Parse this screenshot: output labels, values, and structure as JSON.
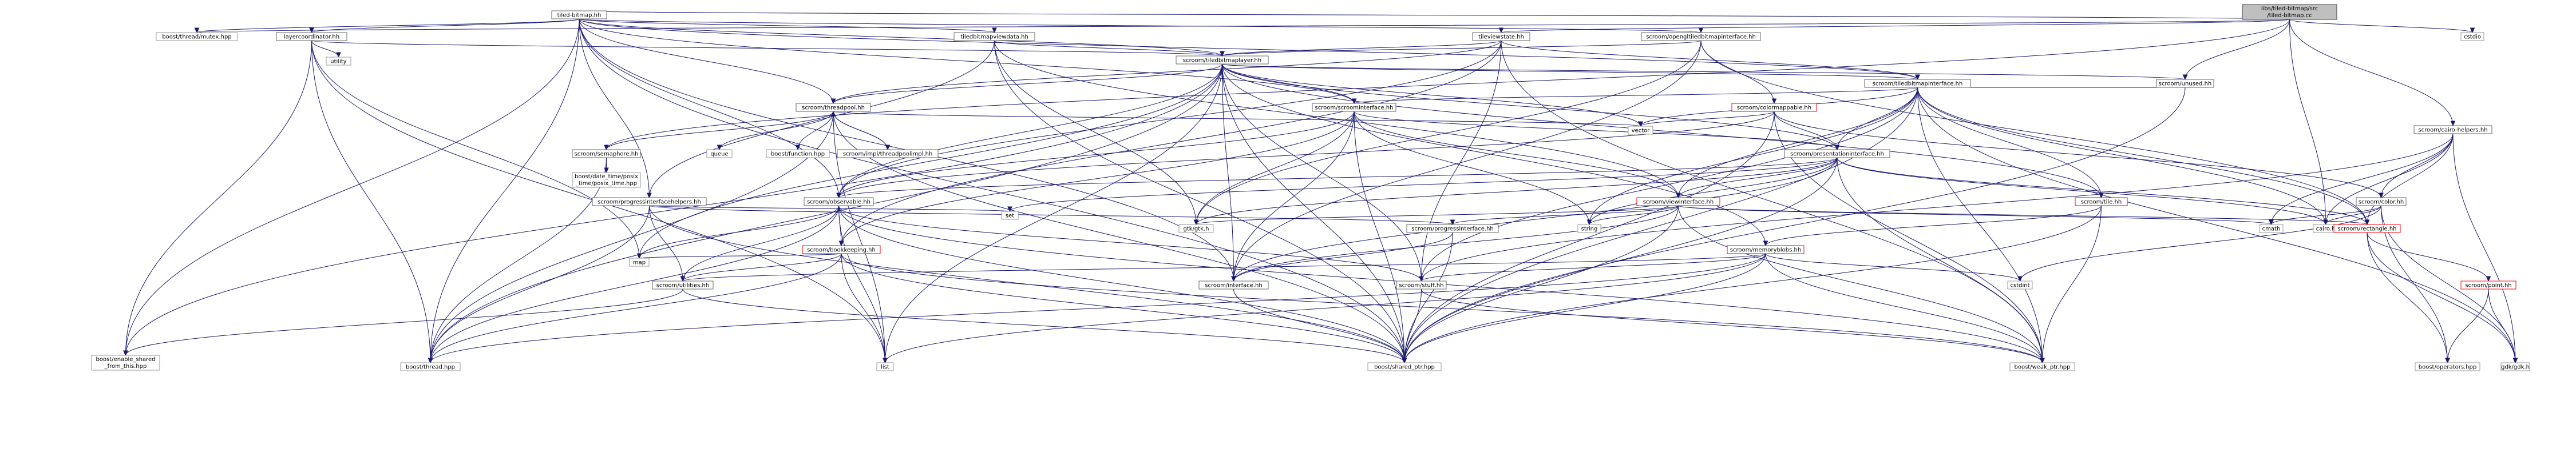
{
  "colors": {
    "edge": "#191970",
    "node_border": "#999999",
    "node_border_linked": "#666666",
    "node_border_incomplete": "#ff0000",
    "root_fill": "#bfbfbf",
    "root_border": "#404040"
  },
  "nodes": [
    {
      "id": "root",
      "label": [
        "libs/tiled-bitmap/src",
        "/tiled-bitmap.cc"
      ]
    },
    {
      "id": "tiledbitmap",
      "label": [
        "tiled-bitmap.hh"
      ]
    },
    {
      "id": "mutex",
      "label": [
        "boost/thread/mutex.hpp"
      ]
    },
    {
      "id": "layercoordinator",
      "label": [
        "layercoordinator.hh"
      ]
    },
    {
      "id": "utility",
      "label": [
        "utility"
      ]
    },
    {
      "id": "tiledbitmapviewdata",
      "label": [
        "tiledbitmapviewdata.hh"
      ]
    },
    {
      "id": "tileviewstate",
      "label": [
        "tileviewstate.hh"
      ]
    },
    {
      "id": "opengltiledbitmapinterface",
      "label": [
        "scroom/opengltiledbitmapinterface.hh"
      ]
    },
    {
      "id": "cstdio",
      "label": [
        "cstdio"
      ]
    },
    {
      "id": "tiledbitmaplayer",
      "label": [
        "scroom/tiledbitmaplayer.hh"
      ]
    },
    {
      "id": "tiledbitmapinterface",
      "label": [
        "scroom/tiledbitmapinterface.hh"
      ]
    },
    {
      "id": "unused",
      "label": [
        "scroom/unused.hh"
      ]
    },
    {
      "id": "threadpool",
      "label": [
        "scroom/threadpool.hh"
      ]
    },
    {
      "id": "scroominterface",
      "label": [
        "scroom/scroominterface.hh"
      ]
    },
    {
      "id": "colormappable",
      "label": [
        "scroom/colormappable.hh"
      ]
    },
    {
      "id": "vector",
      "label": [
        "vector"
      ]
    },
    {
      "id": "cairohelpers",
      "label": [
        "scroom/cairo-helpers.hh"
      ]
    },
    {
      "id": "semaphore",
      "label": [
        "scroom/semaphore.hh"
      ]
    },
    {
      "id": "queue",
      "label": [
        "queue"
      ]
    },
    {
      "id": "function",
      "label": [
        "boost/function.hpp"
      ]
    },
    {
      "id": "threadpoolimpl",
      "label": [
        "scroom/impl/threadpoolimpl.hh"
      ]
    },
    {
      "id": "presentationinterface",
      "label": [
        "scroom/presentationinterface.hh"
      ]
    },
    {
      "id": "posixtime",
      "label": [
        "boost/date_time/posix",
        "_time/posix_time.hpp"
      ]
    },
    {
      "id": "progressinterfacehelpers",
      "label": [
        "scroom/progressinterfacehelpers.hh"
      ]
    },
    {
      "id": "observable",
      "label": [
        "scroom/observable.hh"
      ]
    },
    {
      "id": "viewinterface",
      "label": [
        "scroom/viewinterface.hh"
      ]
    },
    {
      "id": "tile",
      "label": [
        "scroom/tile.hh"
      ]
    },
    {
      "id": "color",
      "label": [
        "scroom/color.hh"
      ]
    },
    {
      "id": "set",
      "label": [
        "set"
      ]
    },
    {
      "id": "gtk",
      "label": [
        "gtk/gtk.h"
      ]
    },
    {
      "id": "progressinterface",
      "label": [
        "scroom/progressinterface.hh"
      ]
    },
    {
      "id": "string",
      "label": [
        "string"
      ]
    },
    {
      "id": "cmath",
      "label": [
        "cmath"
      ]
    },
    {
      "id": "cairoh",
      "label": [
        "cairo.h"
      ]
    },
    {
      "id": "rectangle",
      "label": [
        "scroom/rectangle.hh"
      ]
    },
    {
      "id": "bookkeeping",
      "label": [
        "scroom/bookkeeping.hh"
      ]
    },
    {
      "id": "memoryblobs",
      "label": [
        "scroom/memoryblobs.hh"
      ]
    },
    {
      "id": "map",
      "label": [
        "map"
      ]
    },
    {
      "id": "utilities",
      "label": [
        "scroom/utilities.hh"
      ]
    },
    {
      "id": "stuff",
      "label": [
        "scroom/stuff.hh"
      ]
    },
    {
      "id": "scroominterfaceh",
      "label": [
        "scroom/interface.hh"
      ]
    },
    {
      "id": "cstdint",
      "label": [
        "cstdint"
      ]
    },
    {
      "id": "point",
      "label": [
        "scroom/point.hh"
      ]
    },
    {
      "id": "enableshared",
      "label": [
        "boost/enable_shared",
        "_from_this.hpp"
      ]
    },
    {
      "id": "thread",
      "label": [
        "boost/thread.hpp"
      ]
    },
    {
      "id": "list",
      "label": [
        "list"
      ]
    },
    {
      "id": "sharedptr",
      "label": [
        "boost/shared_ptr.hpp"
      ]
    },
    {
      "id": "weakptr",
      "label": [
        "boost/weak_ptr.hpp"
      ]
    },
    {
      "id": "operators",
      "label": [
        "boost/operators.hpp"
      ]
    },
    {
      "id": "gdk",
      "label": [
        "gdk/gdk.h"
      ]
    }
  ]
}
